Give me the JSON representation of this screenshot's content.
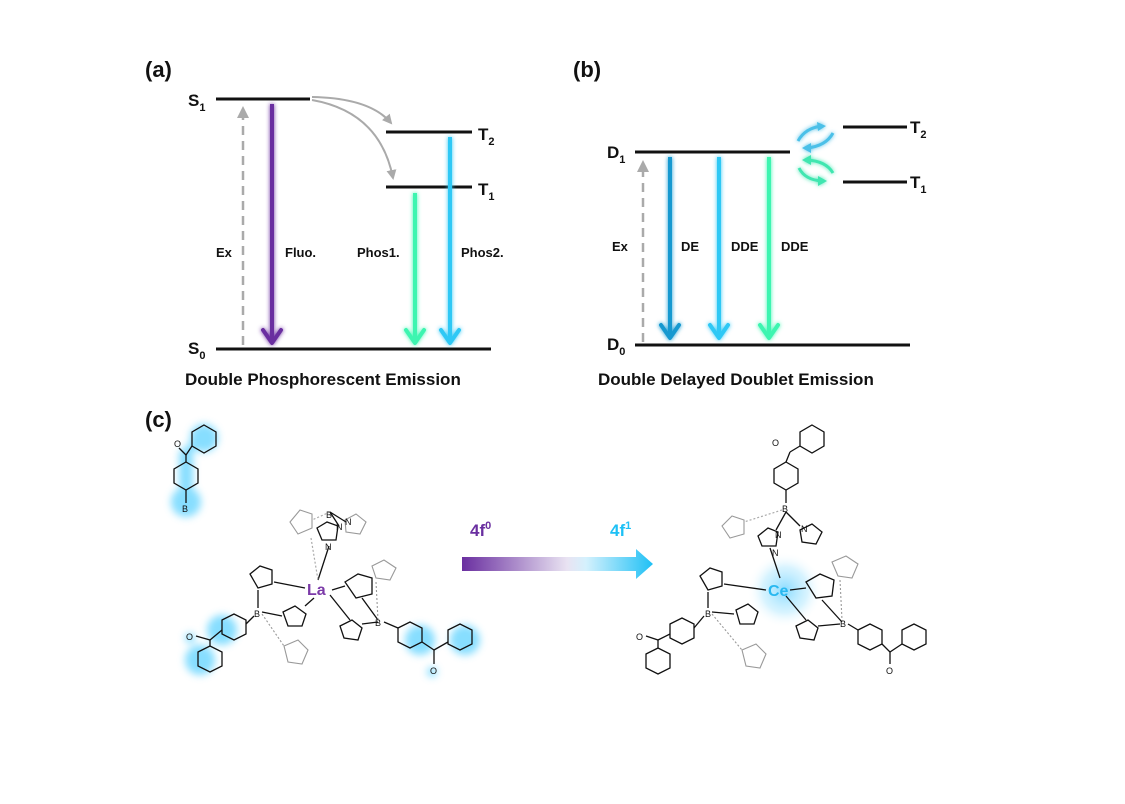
{
  "panel_a": {
    "label": "(a)",
    "caption": "Double Phosphorescent Emission",
    "levels": {
      "S1": {
        "main": "S",
        "sub": "1"
      },
      "S0": {
        "main": "S",
        "sub": "0"
      },
      "T2": {
        "main": "T",
        "sub": "2"
      },
      "T1": {
        "main": "T",
        "sub": "1"
      }
    },
    "transitions": [
      {
        "name": "Ex",
        "label": "Ex",
        "from": "S0",
        "to": "S1",
        "style": "dashed",
        "color": "#aaaaaa"
      },
      {
        "name": "Fluo",
        "label": "Fluo.",
        "from": "S1",
        "to": "S0",
        "style": "solid",
        "color": "#6a2fa0"
      },
      {
        "name": "Phos1",
        "label": "Phos1.",
        "from": "T1",
        "to": "S0",
        "style": "solid",
        "color": "#3df5b0"
      },
      {
        "name": "Phos2",
        "label": "Phos2.",
        "from": "T2",
        "to": "S0",
        "style": "solid",
        "color": "#2ec8f5"
      },
      {
        "name": "ISC1",
        "label": "",
        "from": "S1",
        "to": "T2",
        "style": "curved",
        "color": "#aaaaaa"
      },
      {
        "name": "ISC2",
        "label": "",
        "from": "S1",
        "to": "T1",
        "style": "curved",
        "color": "#aaaaaa"
      }
    ]
  },
  "panel_b": {
    "label": "(b)",
    "caption": "Double Delayed Doublet Emission",
    "levels": {
      "D1": {
        "main": "D",
        "sub": "1"
      },
      "D0": {
        "main": "D",
        "sub": "0"
      },
      "T2": {
        "main": "T",
        "sub": "2"
      },
      "T1": {
        "main": "T",
        "sub": "1"
      }
    },
    "transitions": [
      {
        "name": "Ex",
        "label": "Ex",
        "color": "#aaaaaa"
      },
      {
        "name": "DE",
        "label": "DE",
        "color": "#1799d0"
      },
      {
        "name": "DDE1",
        "label": "DDE",
        "color": "#2ec8f5"
      },
      {
        "name": "DDE2",
        "label": "DDE",
        "color": "#3df5b0"
      },
      {
        "name": "D1-T2-exchange",
        "label": "",
        "color": "#4cc0e8"
      },
      {
        "name": "D1-T1-exchange",
        "label": "",
        "color": "#3fe6b0"
      }
    ]
  },
  "panel_c": {
    "label": "(c)",
    "left_complex": {
      "metal": "La",
      "metal_color": "#7b3aa8",
      "highlight": "benzophenone",
      "highlight_color": "#5fd3ff"
    },
    "right_complex": {
      "metal": "Ce",
      "metal_color": "#28b8f0",
      "highlight": "metal-center",
      "highlight_color": "#5fd3ff"
    },
    "arrow": {
      "from_label": {
        "main": "4f",
        "sup": "0"
      },
      "to_label": {
        "main": "4f",
        "sup": "1"
      },
      "from_color": "#6a2fa0",
      "to_color": "#1ec0f5"
    },
    "atom_labels": {
      "N": "N",
      "B": "B",
      "O": "O"
    }
  }
}
